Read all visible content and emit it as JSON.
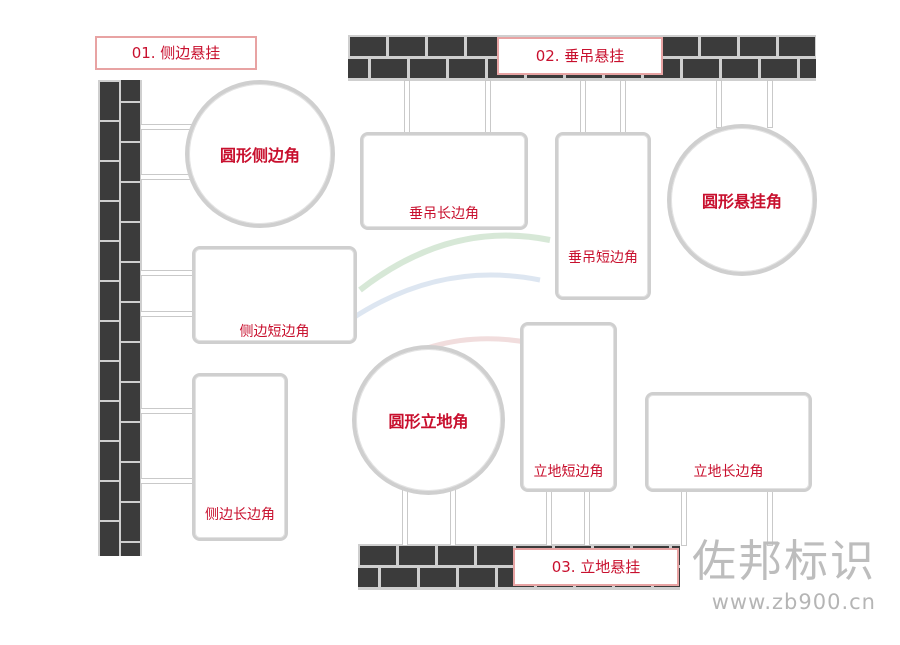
{
  "sections": {
    "side": "01. 侧边悬挂",
    "top": "02. 垂吊悬挂",
    "bottom": "03. 立地悬挂"
  },
  "signs": {
    "round_side": "圆形侧边角",
    "side_short": "侧边短边角",
    "side_long": "侧边长边角",
    "hang_long": "垂吊长边角",
    "hang_short": "垂吊短边角",
    "round_hang": "圆形悬挂角",
    "round_stand": "圆形立地角",
    "stand_short": "立地短边角",
    "stand_long": "立地长边角"
  },
  "watermark": {
    "brand": "佐邦标识",
    "url": "www.zb900.cn"
  },
  "colors": {
    "label_red": "#c8102e",
    "brick": "#3b3b3b",
    "frame": "#cfcfcf"
  }
}
